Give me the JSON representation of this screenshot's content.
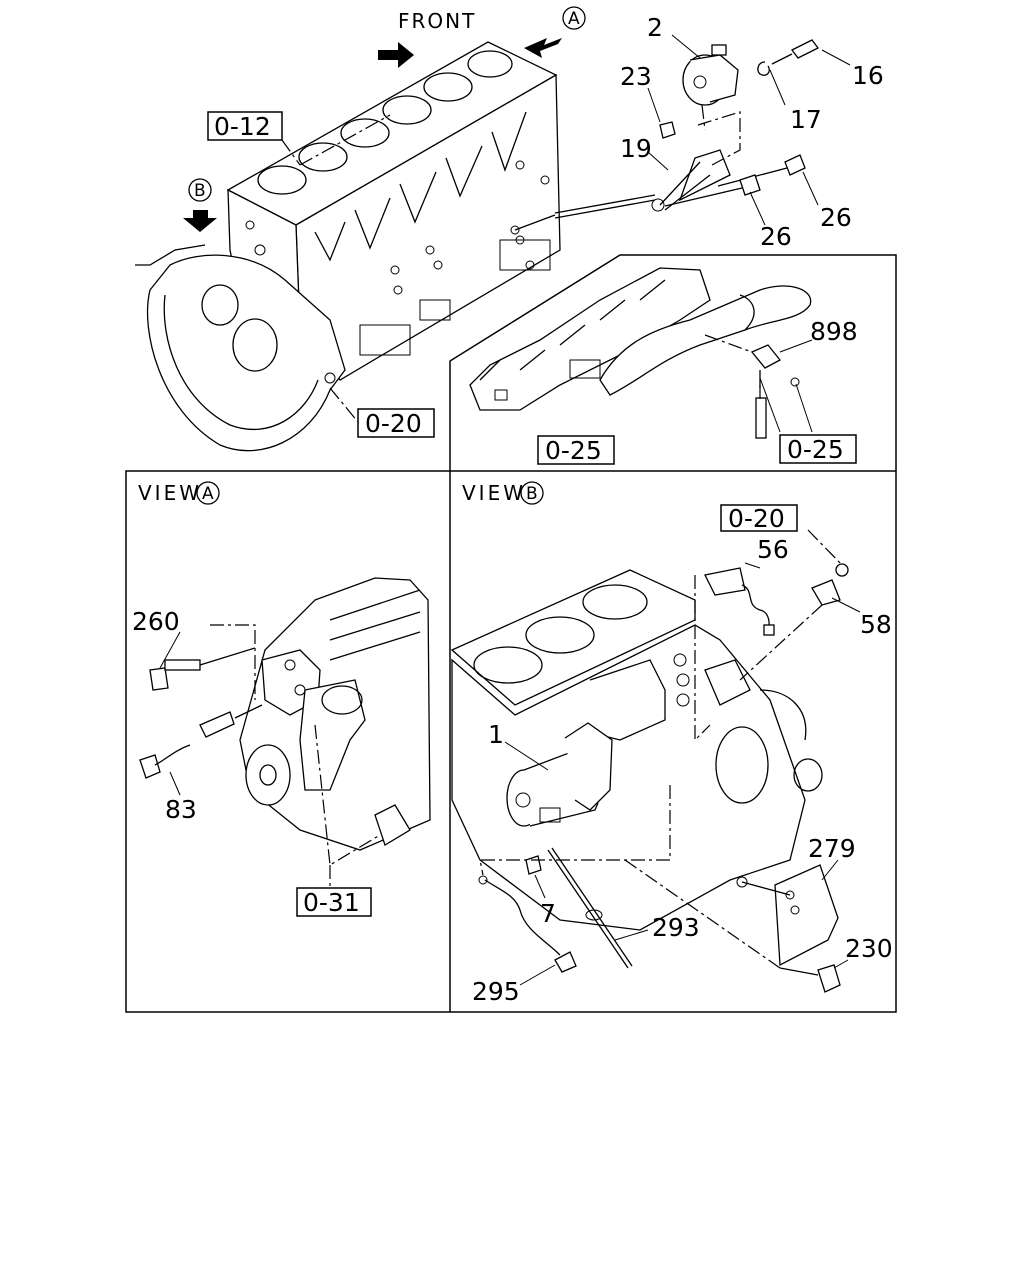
{
  "labels": {
    "front": "FRONT",
    "view_a": "VIEW",
    "view_b": "VIEW",
    "circle_a": "A",
    "circle_b": "B"
  },
  "refs": {
    "r012": "0-12",
    "r020_top": "0-20",
    "r025_left": "0-25",
    "r025_right": "0-25",
    "r031": "0-31",
    "r020_viewb": "0-20"
  },
  "callouts": {
    "p2": "2",
    "p16": "16",
    "p23": "23",
    "p17": "17",
    "p19": "19",
    "p26a": "26",
    "p26b": "26",
    "p898": "898",
    "p260": "260",
    "p83": "83",
    "p56": "56",
    "p58": "58",
    "p1": "1",
    "p7": "7",
    "p279": "279",
    "p293": "293",
    "p230": "230",
    "p295": "295"
  }
}
